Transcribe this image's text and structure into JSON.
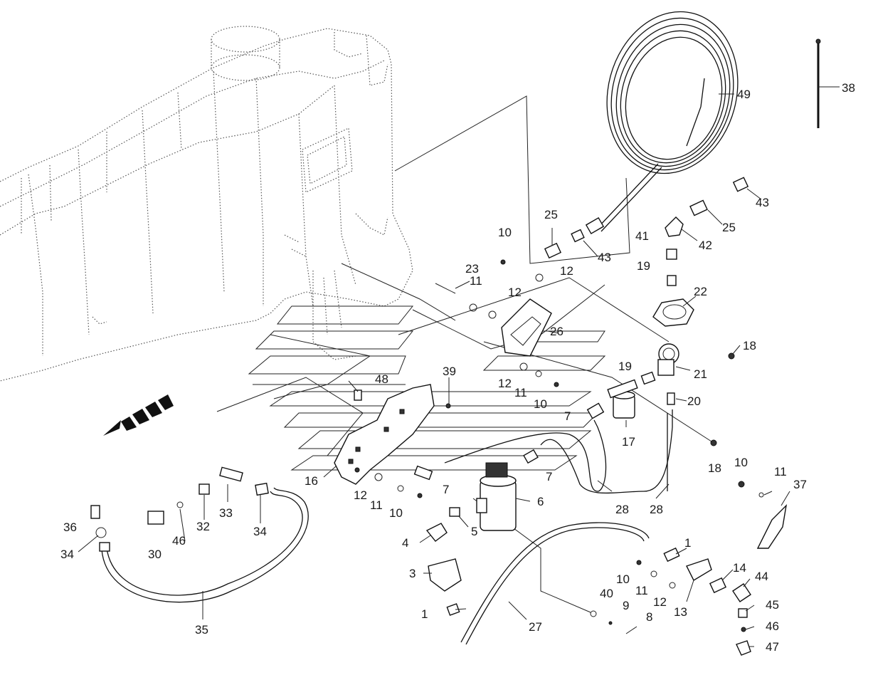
{
  "diagram": {
    "callouts": [
      {
        "id": "c1a",
        "text": "1"
      },
      {
        "id": "c1b",
        "text": "1"
      },
      {
        "id": "c3",
        "text": "3"
      },
      {
        "id": "c4",
        "text": "4"
      },
      {
        "id": "c5",
        "text": "5"
      },
      {
        "id": "c6",
        "text": "6"
      },
      {
        "id": "c7a",
        "text": "7"
      },
      {
        "id": "c7b",
        "text": "7"
      },
      {
        "id": "c7c",
        "text": "7"
      },
      {
        "id": "c8",
        "text": "8"
      },
      {
        "id": "c9",
        "text": "9"
      },
      {
        "id": "c10a",
        "text": "10"
      },
      {
        "id": "c10b",
        "text": "10"
      },
      {
        "id": "c10c",
        "text": "10"
      },
      {
        "id": "c10d",
        "text": "10"
      },
      {
        "id": "c10e",
        "text": "10"
      },
      {
        "id": "c11a",
        "text": "11"
      },
      {
        "id": "c11b",
        "text": "11"
      },
      {
        "id": "c11c",
        "text": "11"
      },
      {
        "id": "c11d",
        "text": "11"
      },
      {
        "id": "c11e",
        "text": "11"
      },
      {
        "id": "c12a",
        "text": "12"
      },
      {
        "id": "c12b",
        "text": "12"
      },
      {
        "id": "c12c",
        "text": "12"
      },
      {
        "id": "c12d",
        "text": "12"
      },
      {
        "id": "c12e",
        "text": "12"
      },
      {
        "id": "c13",
        "text": "13"
      },
      {
        "id": "c14",
        "text": "14"
      },
      {
        "id": "c16",
        "text": "16"
      },
      {
        "id": "c17",
        "text": "17"
      },
      {
        "id": "c18a",
        "text": "18"
      },
      {
        "id": "c18b",
        "text": "18"
      },
      {
        "id": "c19a",
        "text": "19"
      },
      {
        "id": "c19b",
        "text": "19"
      },
      {
        "id": "c20",
        "text": "20"
      },
      {
        "id": "c21",
        "text": "21"
      },
      {
        "id": "c22",
        "text": "22"
      },
      {
        "id": "c23",
        "text": "23"
      },
      {
        "id": "c25a",
        "text": "25"
      },
      {
        "id": "c25b",
        "text": "25"
      },
      {
        "id": "c26",
        "text": "26"
      },
      {
        "id": "c27",
        "text": "27"
      },
      {
        "id": "c28a",
        "text": "28"
      },
      {
        "id": "c28b",
        "text": "28"
      },
      {
        "id": "c30",
        "text": "30"
      },
      {
        "id": "c32",
        "text": "32"
      },
      {
        "id": "c33",
        "text": "33"
      },
      {
        "id": "c34a",
        "text": "34"
      },
      {
        "id": "c34b",
        "text": "34"
      },
      {
        "id": "c35",
        "text": "35"
      },
      {
        "id": "c36",
        "text": "36"
      },
      {
        "id": "c37",
        "text": "37"
      },
      {
        "id": "c38",
        "text": "38"
      },
      {
        "id": "c39",
        "text": "39"
      },
      {
        "id": "c40",
        "text": "40"
      },
      {
        "id": "c41",
        "text": "41"
      },
      {
        "id": "c42",
        "text": "42"
      },
      {
        "id": "c43a",
        "text": "43"
      },
      {
        "id": "c43b",
        "text": "43"
      },
      {
        "id": "c44",
        "text": "44"
      },
      {
        "id": "c45",
        "text": "45"
      },
      {
        "id": "c46a",
        "text": "46"
      },
      {
        "id": "c46b",
        "text": "46"
      },
      {
        "id": "c47",
        "text": "47"
      },
      {
        "id": "c48",
        "text": "48"
      },
      {
        "id": "c49",
        "text": "49"
      }
    ]
  }
}
